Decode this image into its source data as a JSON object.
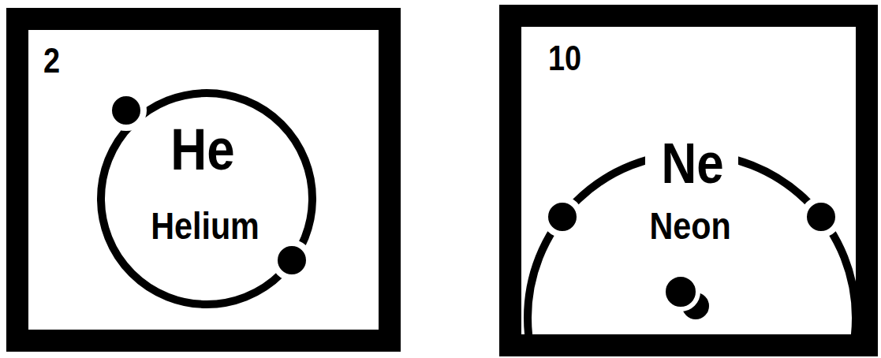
{
  "diagram": {
    "nodes": [
      {
        "text": [
          "2",
          "He",
          "Helium"
        ]
      },
      {
        "text": [
          "10",
          "Ne",
          "Neon"
        ]
      }
    ]
  }
}
